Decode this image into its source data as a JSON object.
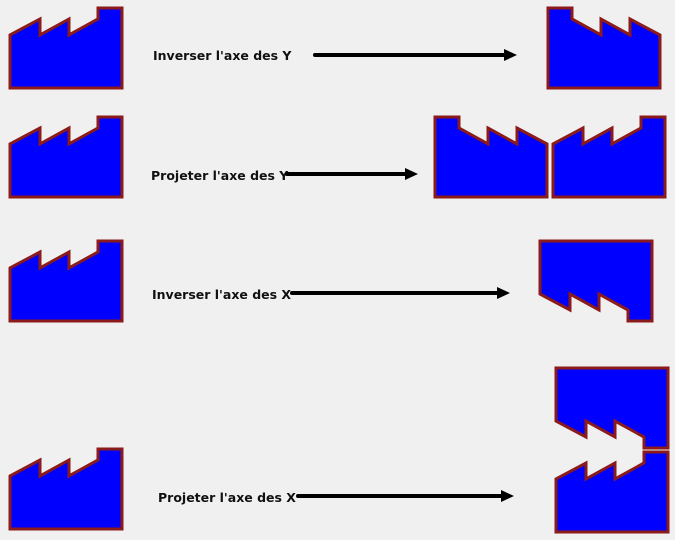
{
  "colors": {
    "background": "#f0f0f0",
    "shape_fill": "#0000ff",
    "shape_stroke": "#8b1a1a",
    "arrow": "#000000"
  },
  "rows": [
    {
      "label": "Inverser l'axe des Y"
    },
    {
      "label": "Projeter l'axe des Y"
    },
    {
      "label": "Inverser l'axe des X"
    },
    {
      "label": "Projeter l'axe des X"
    }
  ]
}
